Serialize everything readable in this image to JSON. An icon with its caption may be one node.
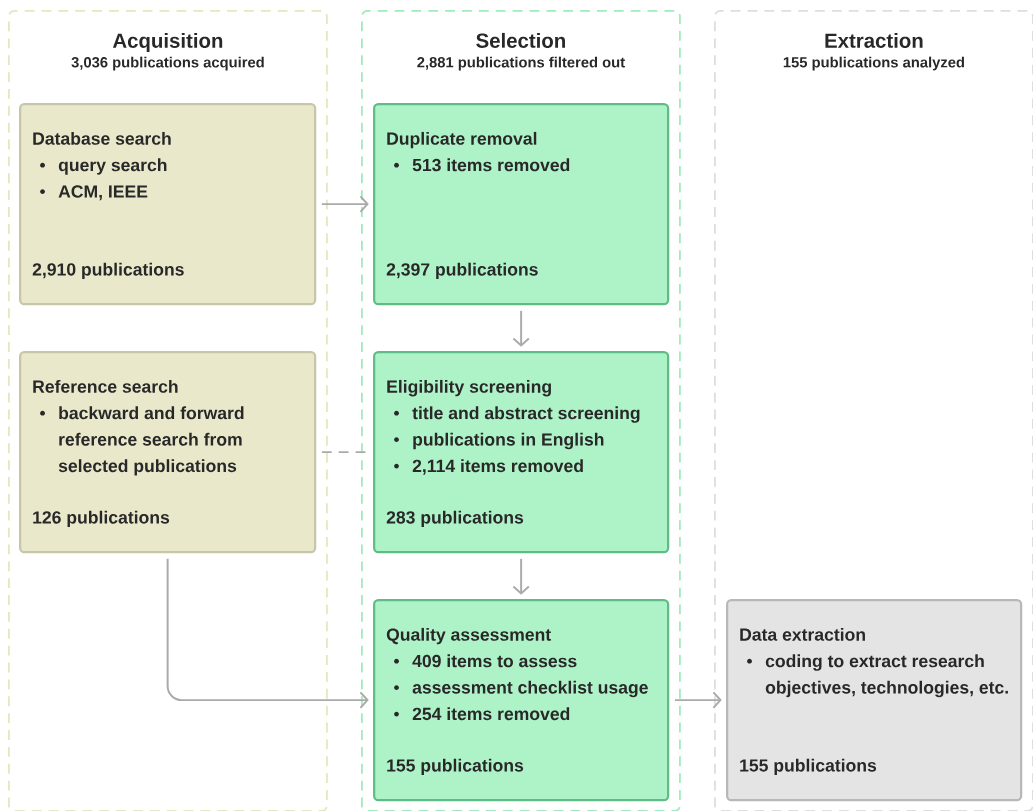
{
  "diagram": {
    "nodes": [
      {
        "text": [
          "Acquisition",
          "3,036 publications acquired"
        ]
      },
      {
        "text": [
          "Database search",
          "query search",
          "ACM, IEEE",
          "2,910 publications"
        ],
        "in": 0
      },
      {
        "text": [
          "Reference search",
          "backward and forward reference search from selected publications",
          "126 publications"
        ],
        "in": 0
      },
      {
        "text": [
          "Selection",
          "2,881 publications filtered out"
        ]
      },
      {
        "text": [
          "Duplicate removal",
          "513 items removed",
          "2,397 publications"
        ],
        "in": 3
      },
      {
        "text": [
          "Eligibility screening",
          "title and abstract screening",
          "publications in English",
          "2,114 items removed",
          "283 publications"
        ],
        "in": 3
      },
      {
        "text": [
          "Quality assessment",
          "409 items to assess",
          "assessment checklist usage",
          "254 items removed",
          "155 publications"
        ],
        "in": 3
      },
      {
        "text": [
          "Extraction",
          "155 publications analyzed"
        ]
      },
      {
        "text": [
          "Data extraction",
          "coding to extract research objectives, technologies, etc.",
          "155 publications"
        ],
        "in": 7
      }
    ],
    "edges": [
      {
        "from": 1,
        "to": 4,
        "arrow": "to"
      },
      {
        "from": 2,
        "to": 5,
        "arrow": "none",
        "style": "dashed"
      },
      {
        "from": 4,
        "to": 5,
        "arrow": "to"
      },
      {
        "from": 5,
        "to": 6,
        "arrow": "to"
      },
      {
        "from": 2,
        "to": 6,
        "arrow": "to"
      },
      {
        "from": 6,
        "to": 8,
        "arrow": "to"
      }
    ]
  }
}
